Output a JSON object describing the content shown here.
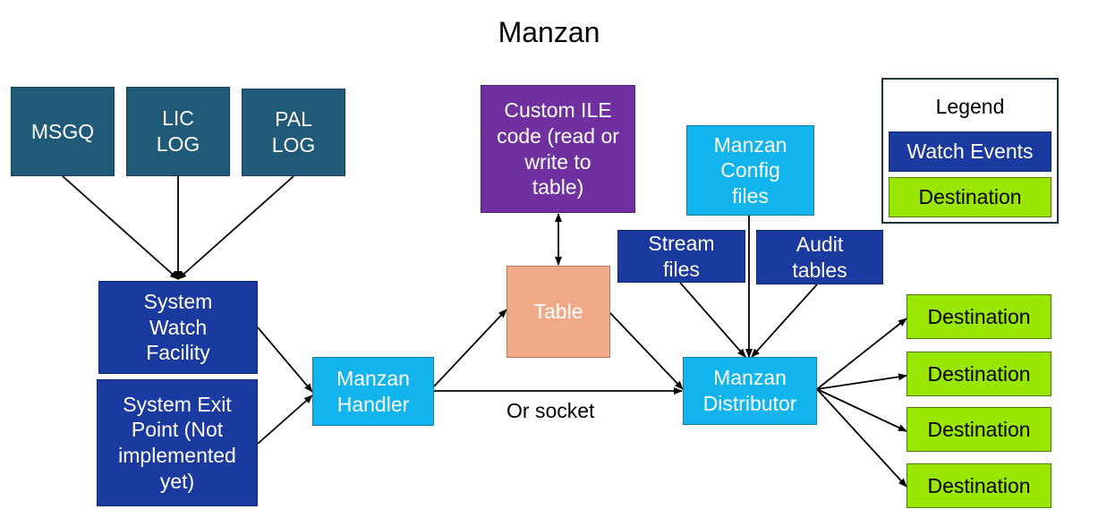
{
  "diagram": {
    "title": "Manzan",
    "nodes": {
      "msgq": "MSGQ",
      "lic_log": "LIC\nLOG",
      "pal_log": "PAL\nLOG",
      "system_watch": "System\nWatch\nFacility",
      "system_exit": "System Exit\nPoint (Not\nimplemented\nyet)",
      "handler": "Manzan\nHandler",
      "custom_ile": "Custom ILE\ncode (read or\nwrite to\ntable)",
      "table": "Table",
      "config": "Manzan\nConfig\nfiles",
      "stream": "Stream\nfiles",
      "audit": "Audit\ntables",
      "distributor": "Manzan\nDistributor",
      "destinations": [
        "Destination",
        "Destination",
        "Destination",
        "Destination"
      ]
    },
    "edge_label": "Or socket",
    "legend": {
      "title": "Legend",
      "items": [
        "Watch Events",
        "Destination"
      ]
    },
    "colors": {
      "log_source": "#1f5b79",
      "watch_event": "#1b3aa0",
      "manzan_component": "#12b4ee",
      "custom_code": "#7030a0",
      "table": "#f0aa85",
      "destination": "#99e600"
    }
  }
}
